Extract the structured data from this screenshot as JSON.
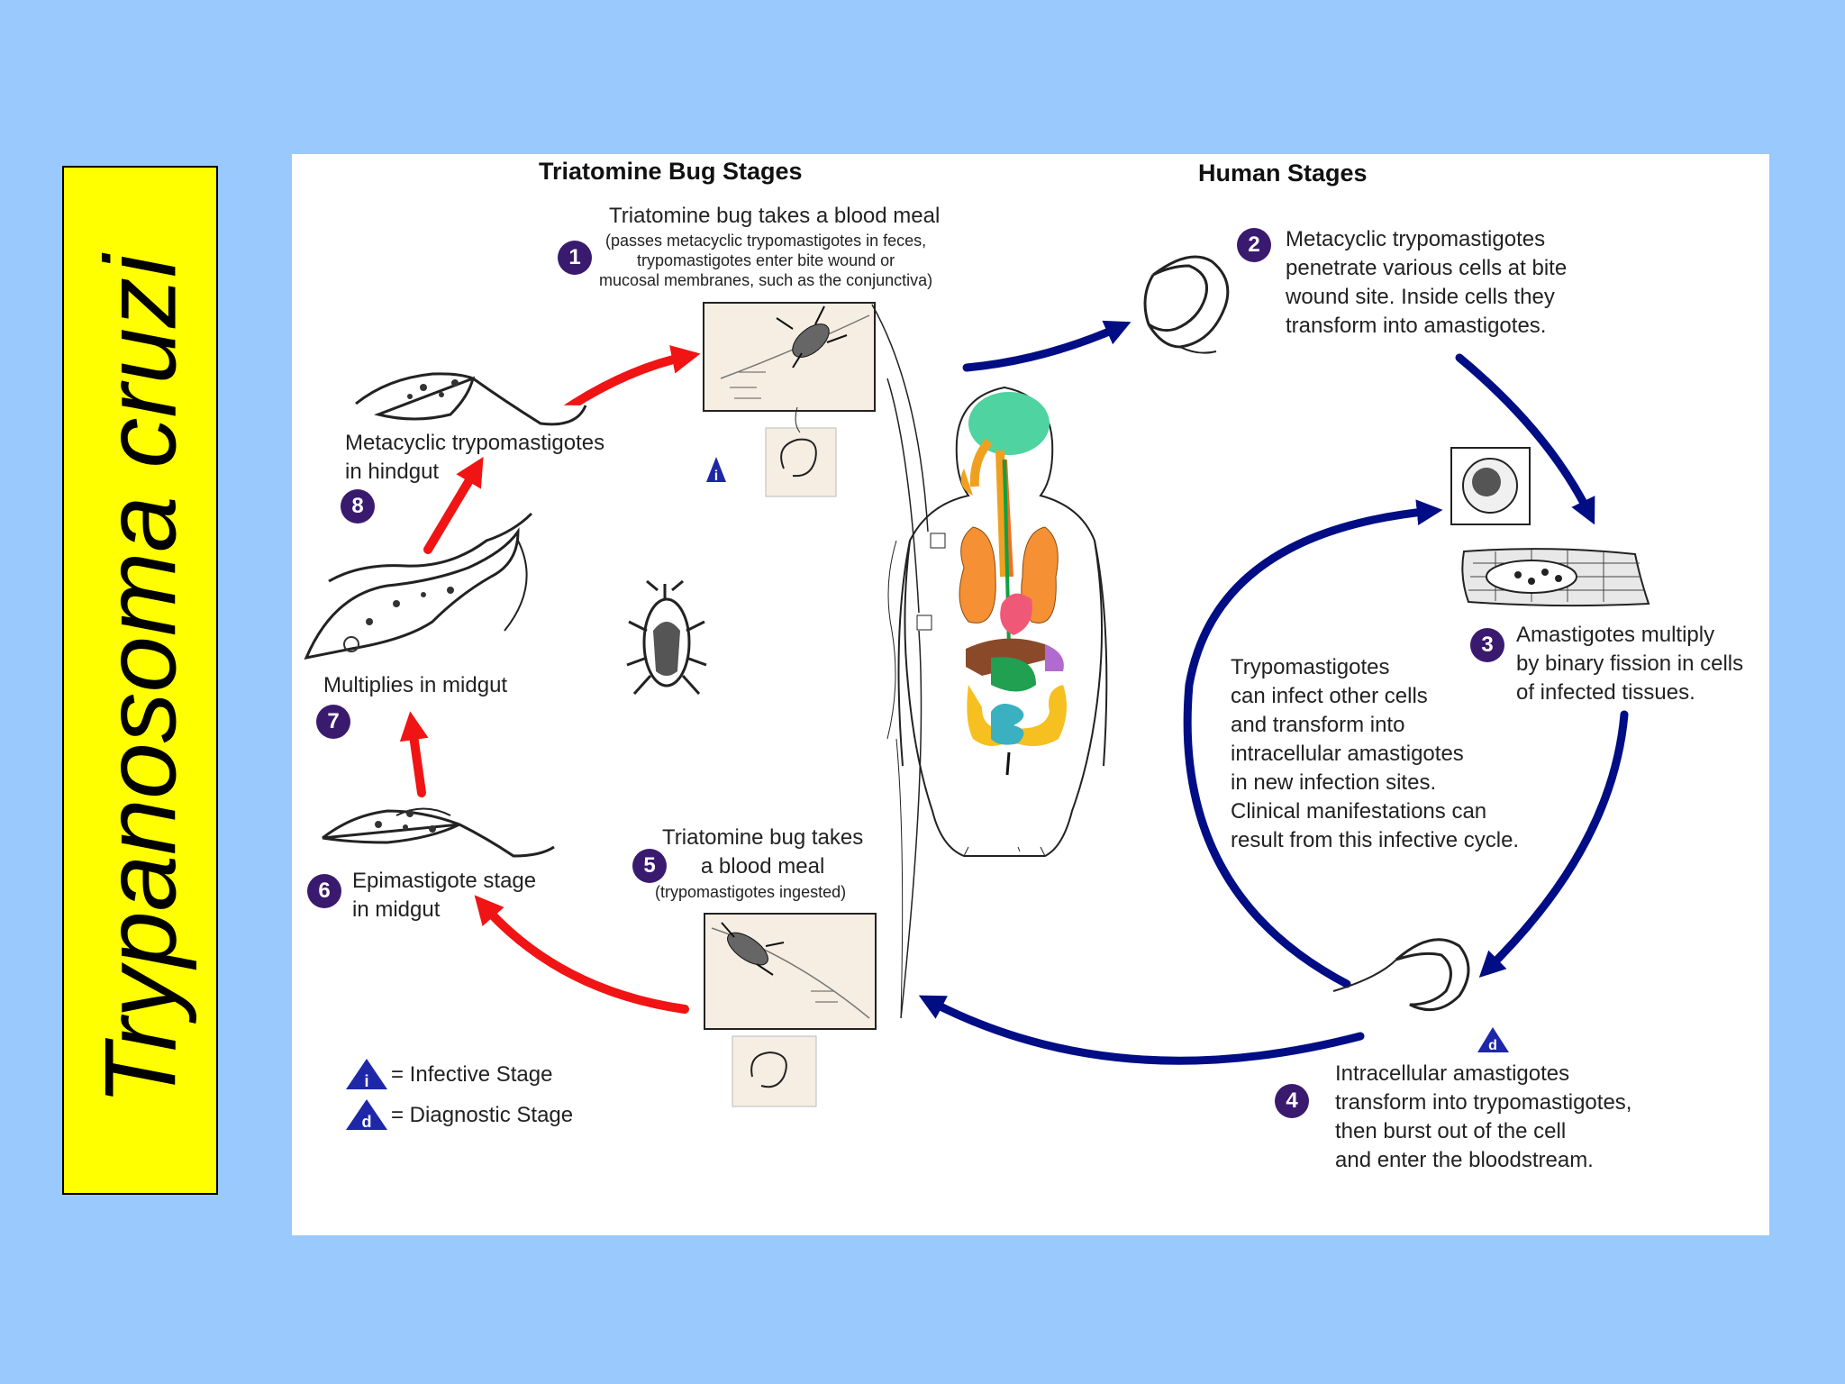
{
  "title": "Trypanosoma cruzi",
  "headers": {
    "bug_stages": "Triatomine Bug Stages",
    "human_stages": "Human Stages"
  },
  "steps": [
    {
      "num": "1",
      "lines": [
        "Triatomine bug takes a blood meal"
      ],
      "sub": [
        "(passes metacyclic trypomastigotes in feces,",
        "trypomastigotes enter bite wound or",
        "mucosal membranes, such as the conjunctiva)"
      ]
    },
    {
      "num": "2",
      "lines": [
        "Metacyclic trypomastigotes",
        "penetrate various cells at bite",
        "wound site.  Inside cells they",
        "transform into amastigotes."
      ]
    },
    {
      "num": "3",
      "lines": [
        "Amastigotes multiply",
        "by binary fission in cells",
        "of infected tissues."
      ]
    },
    {
      "num": "4",
      "lines": [
        "Intracellular amastigotes",
        "transform into trypomastigotes,",
        "then burst out of the cell",
        "and enter the bloodstream."
      ]
    },
    {
      "num": "5",
      "lines": [
        "Triatomine bug takes",
        "a blood meal"
      ],
      "sub": [
        "(trypomastigotes ingested)"
      ]
    },
    {
      "num": "6",
      "lines": [
        "Epimastigote stage",
        "in midgut"
      ]
    },
    {
      "num": "7",
      "lines": [
        "Multiplies in midgut"
      ]
    },
    {
      "num": "8",
      "lines": [
        "Metacyclic trypomastigotes",
        "in hindgut"
      ]
    }
  ],
  "reinfection": [
    "Trypomastigotes",
    "can infect other cells",
    "and transform into",
    "intracellular amastigotes",
    "in new infection sites.",
    "Clinical manifestations can",
    "result from this infective cycle."
  ],
  "legend": {
    "infective_symbol": "i",
    "infective_label": "= Infective Stage",
    "diagnostic_symbol": "d",
    "diagnostic_label": "= Diagnostic Stage"
  },
  "colors": {
    "background": "#99c9fd",
    "title_box": "#ffff00",
    "blue_arrow": "#000d85",
    "red_arrow": "#f01414",
    "step_badge": "#3a1a6e",
    "stage_triangle": "#1d27a8"
  }
}
